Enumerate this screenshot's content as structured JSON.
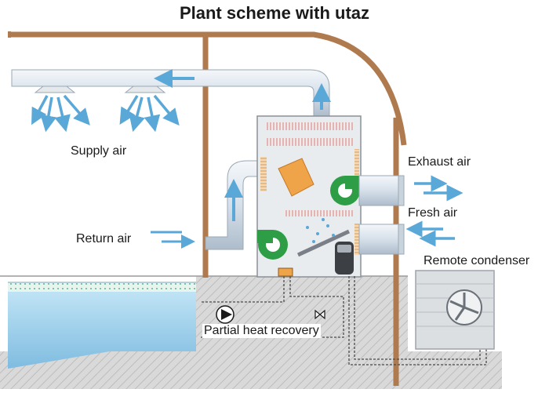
{
  "diagram": {
    "title": "Plant scheme with utaz",
    "labels": {
      "supply_air": "Supply air",
      "return_air": "Return air",
      "exhaust_air": "Exhaust air",
      "fresh_air": "Fresh air",
      "remote_condenser": "Remote condenser",
      "partial_heat_recovery": "Partial heat recovery"
    },
    "colors": {
      "building_frame": "#b07a4f",
      "duct": "#d9e4ee",
      "pool_water": "#9fd0ec",
      "ground": "#d6d6d6",
      "fan_green": "#2e9e46",
      "heat_exchanger": "#f0a44a",
      "airflow_arrow": "#5aa8d8"
    },
    "icons": [
      "fan-icon",
      "pump-icon",
      "valve-icon",
      "compressor-icon",
      "condenser-fan-icon",
      "heat-exchanger-icon"
    ]
  }
}
